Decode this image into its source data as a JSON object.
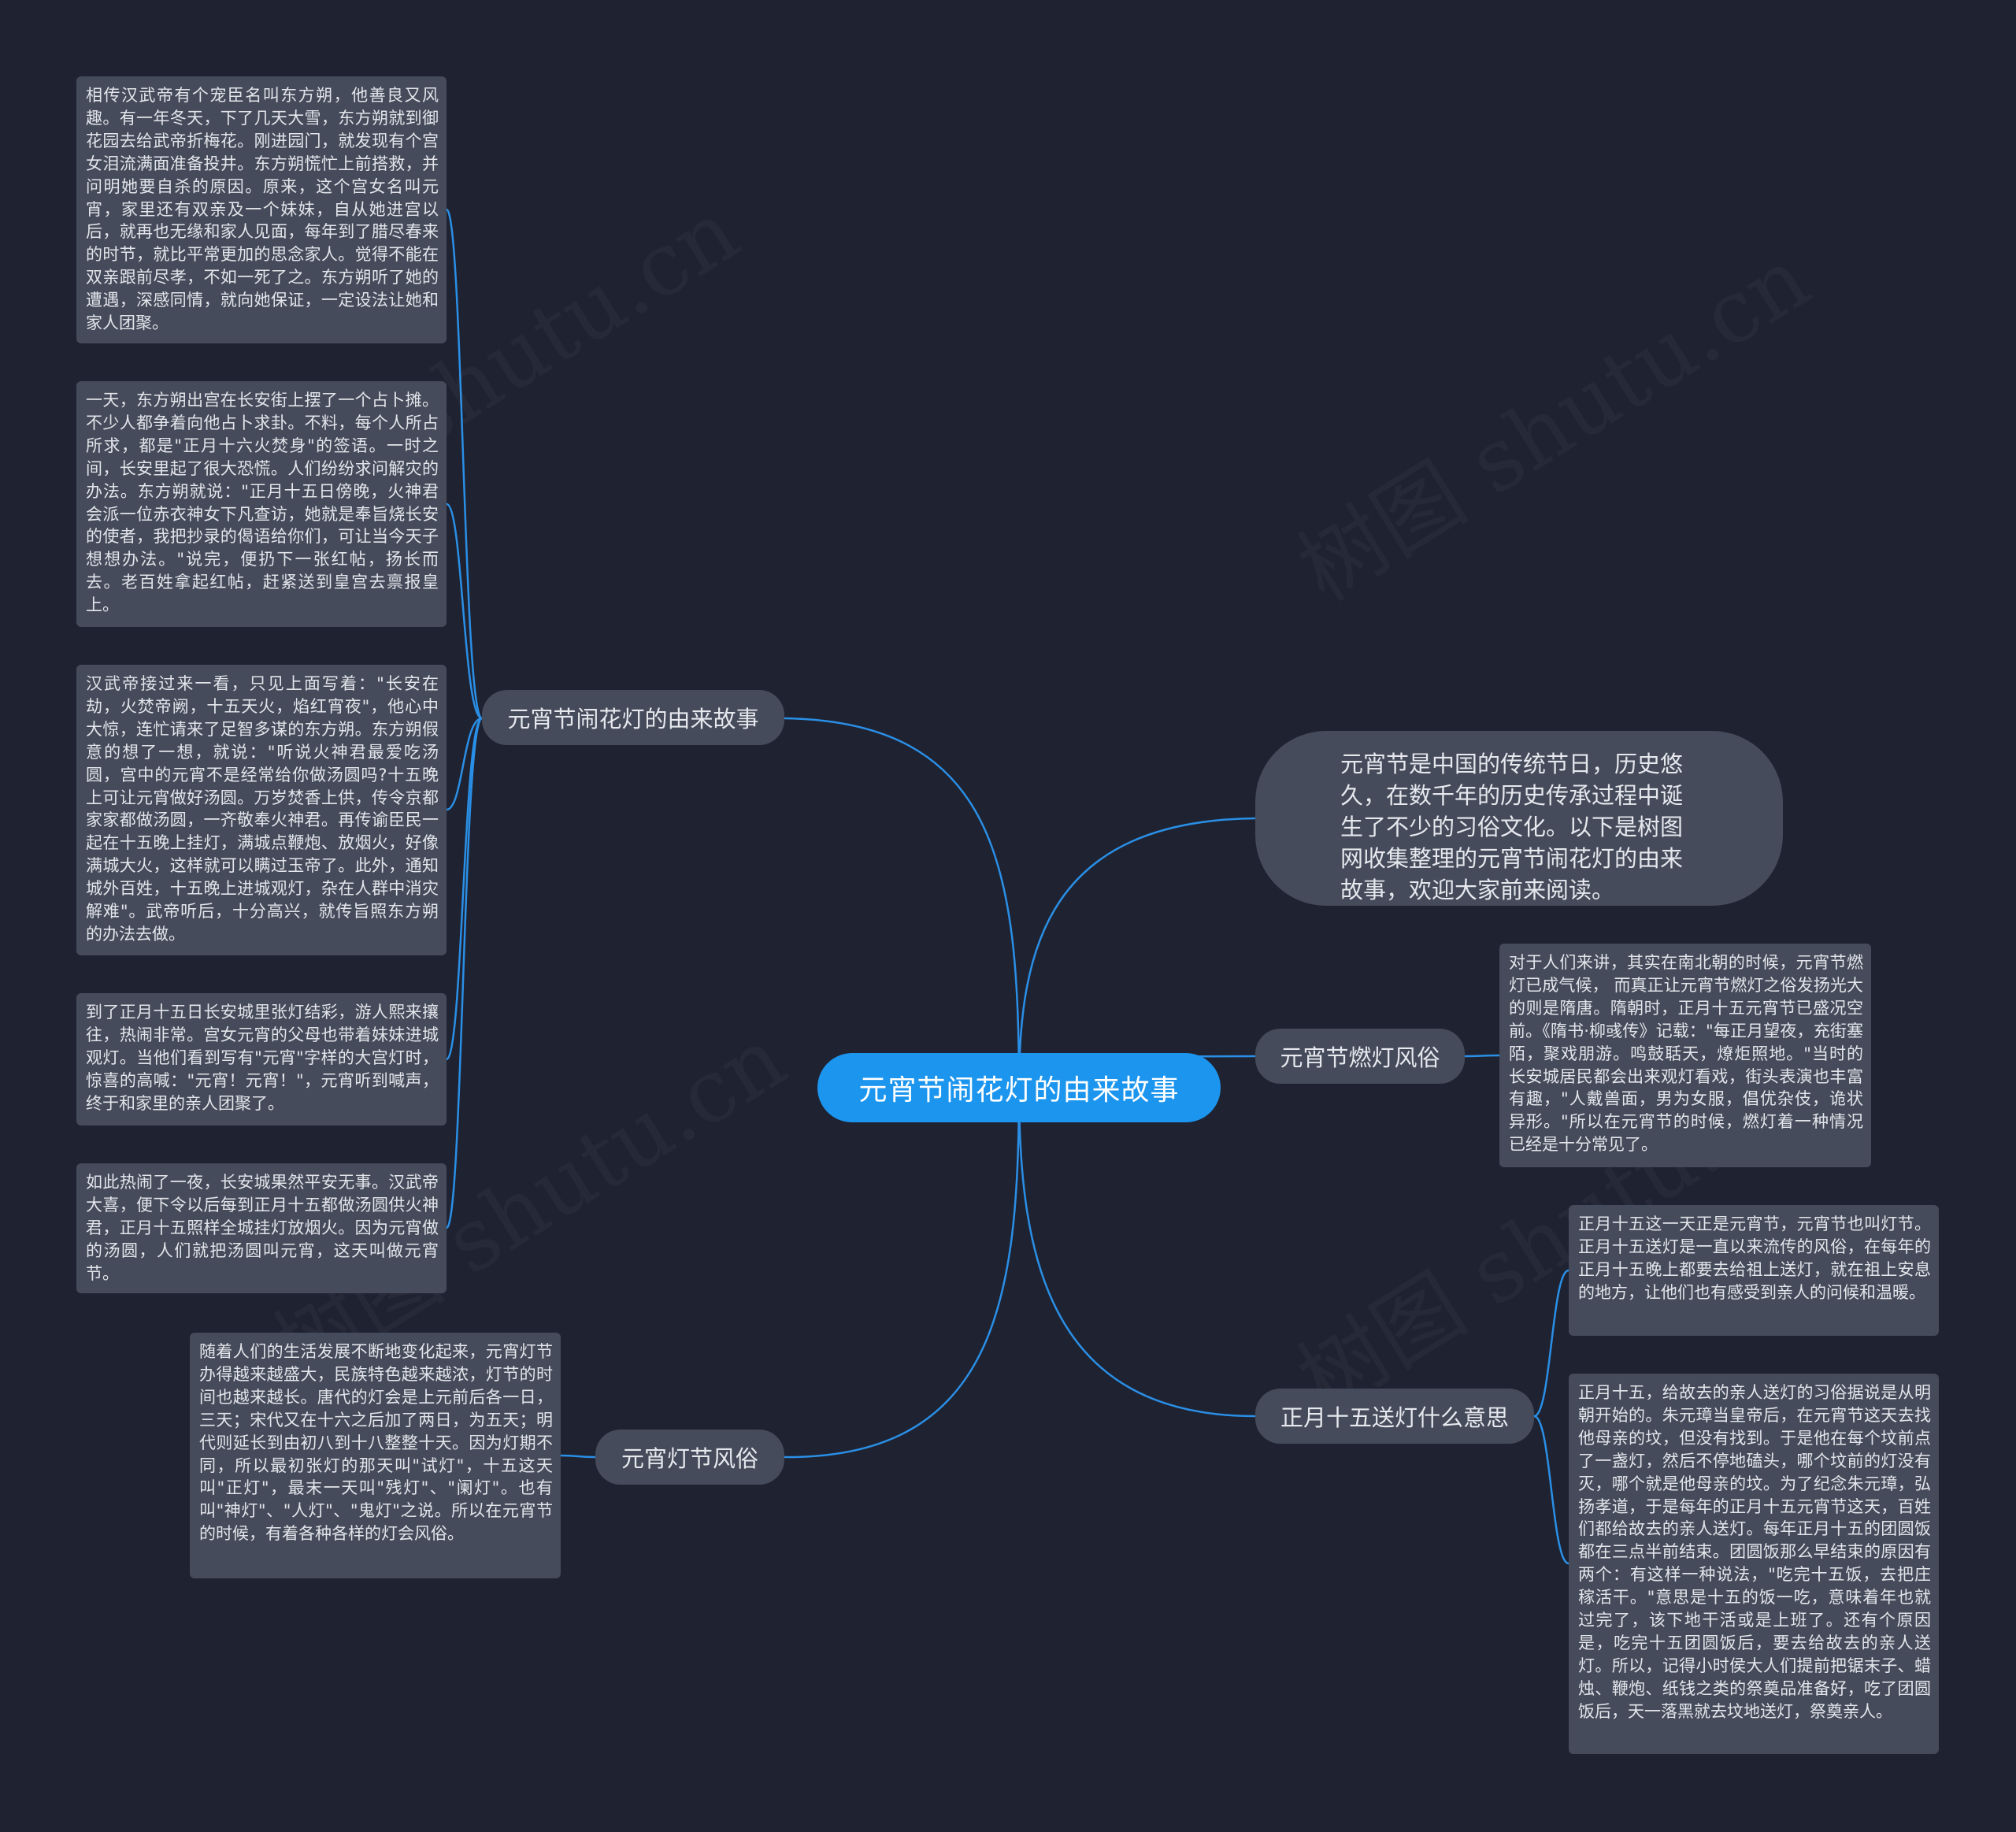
{
  "root": {
    "label": "元宵节闹花灯的由来故事"
  },
  "watermark": "树图 shutu.cn",
  "branches": {
    "story": {
      "label": "元宵节闹花灯的由来故事",
      "leaves": [
        "相传汉武帝有个宠臣名叫东方朔，他善良又风趣。有一年冬天，下了几天大雪，东方朔就到御花园去给武帝折梅花。刚进园门，就发现有个宫女泪流满面准备投井。东方朔慌忙上前搭救，并问明她要自杀的原因。原来，这个宫女名叫元宵，家里还有双亲及一个妹妹，自从她进宫以后，就再也无缘和家人见面，每年到了腊尽春来的时节，就比平常更加的思念家人。觉得不能在双亲跟前尽孝，不如一死了之。东方朔听了她的遭遇，深感同情，就向她保证，一定设法让她和家人团聚。",
        "一天，东方朔出宫在长安街上摆了一个占卜摊。不少人都争着向他占卜求卦。不料，每个人所占所求，都是\"正月十六火焚身\"的签语。一时之间，长安里起了很大恐慌。人们纷纷求问解灾的办法。东方朔就说：\"正月十五日傍晚，火神君会派一位赤衣神女下凡查访，她就是奉旨烧长安的使者，我把抄录的偈语给你们，可让当今天子想想办法。\"说完，便扔下一张红帖，扬长而去。老百姓拿起红帖，赶紧送到皇宫去禀报皇上。",
        "汉武帝接过来一看，只见上面写着：\"长安在劫，火焚帝阙，十五天火，焰红宵夜\"，他心中大惊，连忙请来了足智多谋的东方朔。东方朔假意的想了一想，就说：\"听说火神君最爱吃汤圆，宫中的元宵不是经常给你做汤圆吗?十五晚上可让元宵做好汤圆。万岁焚香上供，传令京都家家都做汤圆，一齐敬奉火神君。再传谕臣民一起在十五晚上挂灯，满城点鞭炮、放烟火，好像满城大火，这样就可以瞒过玉帝了。此外，通知城外百姓，十五晚上进城观灯，杂在人群中消灾解难\"。武帝听后，十分高兴，就传旨照东方朔的办法去做。",
        "到了正月十五日长安城里张灯结彩，游人熙来攘往，热闹非常。宫女元宵的父母也带着妹妹进城观灯。当他们看到写有\"元宵\"字样的大宫灯时，惊喜的高喊：\"元宵！元宵！\"，元宵听到喊声，终于和家里的亲人团聚了。",
        "如此热闹了一夜，长安城果然平安无事。汉武帝大喜，便下令以后每到正月十五都做汤圆供火神君，正月十五照样全城挂灯放烟火。因为元宵做的汤圆，人们就把汤圆叫元宵，这天叫做元宵节。"
      ]
    },
    "custom": {
      "label": "元宵灯节风俗",
      "leaves": [
        "随着人们的生活发展不断地变化起来，元宵灯节办得越来越盛大，民族特色越来越浓，灯节的时间也越来越长。唐代的灯会是上元前后各一日，三天；宋代又在十六之后加了两日，为五天；明代则延长到由初八到十八整整十天。因为灯期不同，所以最初张灯的那天叫\"试灯\"，十五这天叫\"正灯\"，最末一天叫\"残灯\"、\"阑灯\"。也有叫\"神灯\"、\"人灯\"、\"鬼灯\"之说。所以在元宵节的时候，有着各种各样的灯会风俗。"
      ]
    },
    "intro": {
      "label": "元宵节是中国的传统节日，历史悠久，在数千年的历史传承过程中诞生了不少的习俗文化。以下是树图网收集整理的元宵节闹花灯的由来故事，欢迎大家前来阅读。"
    },
    "lantern": {
      "label": "元宵节燃灯风俗",
      "leaves": [
        "对于人们来讲，其实在南北朝的时候，元宵节燃灯已成气候， 而真正让元宵节燃灯之俗发扬光大的则是隋唐。隋朝时，正月十五元宵节已盛况空前。《隋书·柳彧传》记载：\"每正月望夜，充街塞陌，聚戏朋游。鸣鼓聒天，燎炬照地。\"当时的长安城居民都会出来观灯看戏，街头表演也丰富有趣，\"人戴兽面，男为女服，倡优杂伎，诡状异形。\"所以在元宵节的时候，燃灯着一种情况已经是十分常见了。"
      ]
    },
    "sending": {
      "label": "正月十五送灯什么意思",
      "leaves": [
        "正月十五这一天正是元宵节，元宵节也叫灯节。正月十五送灯是一直以来流传的风俗，在每年的正月十五晚上都要去给祖上送灯，就在祖上安息的地方，让他们也有感受到亲人的问候和温暖。",
        "正月十五，给故去的亲人送灯的习俗据说是从明朝开始的。朱元璋当皇帝后，在元宵节这天去找他母亲的坟，但没有找到。于是他在每个坟前点了一盏灯，然后不停地磕头，哪个坟前的灯没有灭，哪个就是他母亲的坟。为了纪念朱元璋，弘扬孝道，于是每年的正月十五元宵节这天，百姓们都给故去的亲人送灯。每年正月十五的团圆饭都在三点半前结束。团圆饭那么早结束的原因有两个：有这样一种说法，\"吃完十五饭，去把庄稼活干。\"意思是十五的饭一吃，意味着年也就过完了，该下地干活或是上班了。还有个原因是，吃完十五团圆饭后，要去给故去的亲人送灯。所以，记得小时侯大人们提前把锯末子、蜡烛、鞭炮、纸钱之类的祭奠品准备好，吃了团圆饭后，天一落黑就去坟地送灯，祭奠亲人。"
      ]
    }
  },
  "colors": {
    "background": "#1f2230",
    "root": "#1c95ee",
    "node": "#454b5a",
    "link": "#2a8fe6"
  }
}
